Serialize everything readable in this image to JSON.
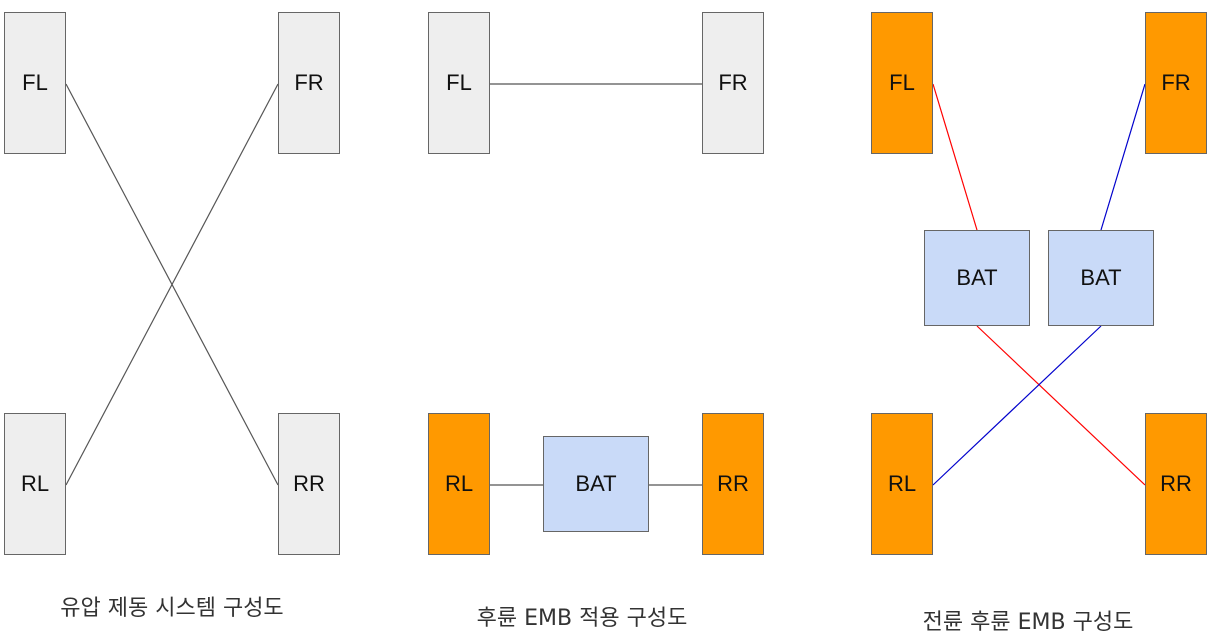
{
  "colors": {
    "grey_box": "#eeeeee",
    "actuator_box": "#ff9900",
    "battery_box": "#c9daf8",
    "line_grey": "#555555",
    "line_red": "#ff0000",
    "line_blue": "#0000cc"
  },
  "diagrams": [
    {
      "caption": "유압 제동 시스템 구성도",
      "wheels": {
        "fl": "FL",
        "fr": "FR",
        "rl": "RL",
        "rr": "RR"
      }
    },
    {
      "caption": "후륜 EMB 적용 구성도",
      "wheels": {
        "fl": "FL",
        "fr": "FR",
        "rl": "RL",
        "rr": "RR"
      },
      "battery": "BAT"
    },
    {
      "caption": "전륜 후륜 EMB 구성도",
      "wheels": {
        "fl": "FL",
        "fr": "FR",
        "rl": "RL",
        "rr": "RR"
      },
      "batteries": [
        "BAT",
        "BAT"
      ]
    }
  ]
}
